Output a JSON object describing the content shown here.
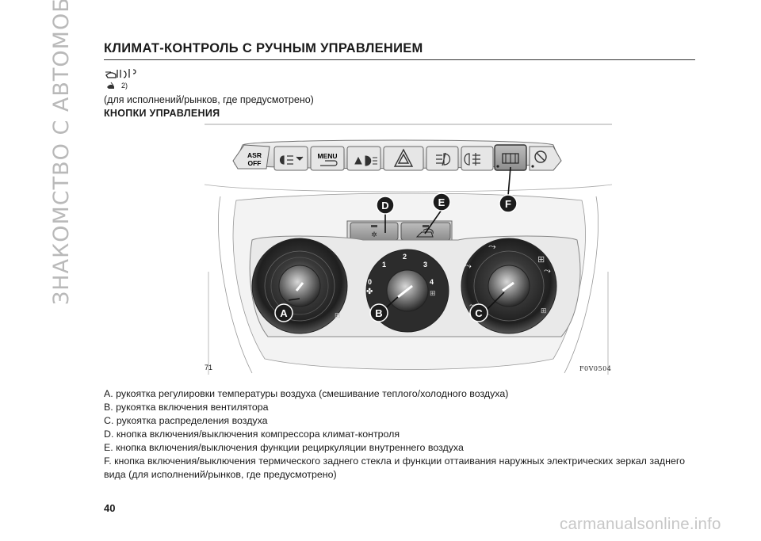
{
  "side_title": "ЗНАКОМСТВО С АВТОМОБИЛЕМ",
  "heading": "КЛИМАТ-КОНТРОЛЬ С РУЧНЫМ УПРАВЛЕНИЕМ",
  "warning_note_ref": "2)",
  "availability_note": "(для исполнений/рынков, где предусмотрено)",
  "subheading": "КНОПКИ УПРАВЛЕНИЯ",
  "figure": {
    "button_labels": {
      "asr_line1": "ASR",
      "asr_line2": "OFF",
      "menu": "MENU"
    },
    "callouts": {
      "a": "A",
      "b": "B",
      "c": "C",
      "d": "D",
      "e": "E",
      "f": "F"
    },
    "fan_scale": [
      "0",
      "1",
      "2",
      "3",
      "4"
    ],
    "left_label": "71",
    "code": "F0V0504"
  },
  "legend": [
    "A. рукоятка регулировки температуры воздуха (смешивание теплого/холодного воздуха)",
    "B. рукоятка включения вентилятора",
    "C. рукоятка распределения воздуха",
    "D. кнопка включения/выключения компрессора климат-контроля",
    "E. кнопка включения/выключения функции рециркуляции внутреннего воздуха",
    "F. кнопка включения/выключения термического заднего стекла и функции оттаивания наружных электрических зеркал заднего",
    "вида (для исполнений/рынков, где предусмотрено)"
  ],
  "page_number": "40",
  "watermark": "carmanualsonline.info",
  "colors": {
    "callout": "#1c1c1c",
    "rule": "#333333",
    "side_title": "#b9b9b9",
    "watermark": "#c7c7c7"
  }
}
